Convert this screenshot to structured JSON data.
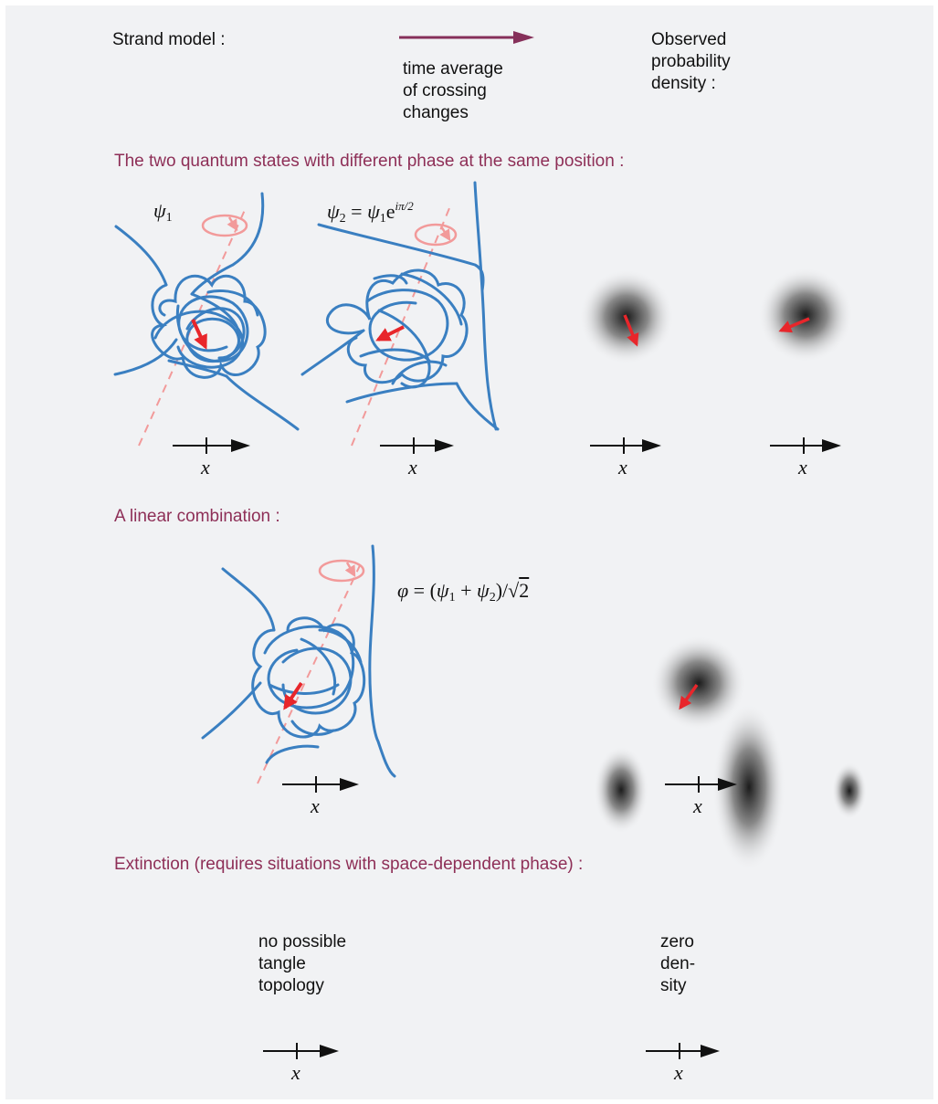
{
  "header": {
    "strand_model_label": "Strand model :",
    "arrow_caption": "time average\nof crossing\nchanges",
    "observed_label": "Observed\nprobability\ndensity :"
  },
  "sections": [
    {
      "title": "The two quantum states with different phase at the same position :"
    },
    {
      "title": "A linear combination :"
    },
    {
      "title": "Extinction (requires situations with space-dependent phase) :"
    }
  ],
  "formulas": {
    "psi1": {
      "sym": "ψ",
      "sub": "1"
    },
    "psi2": {
      "sym": "ψ",
      "sub": "2",
      "eq": "=",
      "rhs_sym": "ψ",
      "rhs_sub": "1",
      "e": "e",
      "exp": "iπ/2"
    },
    "phi": {
      "sym": "φ",
      "eq": "=",
      "open": "(",
      "a": "ψ",
      "a_sub": "1",
      "plus": "+",
      "b": "ψ",
      "b_sub": "2",
      "close": ")/",
      "root": "√",
      "two": "2"
    }
  },
  "axis_label": "x",
  "extinction": {
    "no_tangle": "no possible\ntangle\ntopology",
    "zero_density": "zero\nden-\nsity"
  },
  "colors": {
    "strand": "#3a7fc1",
    "phase_arrow": "#e8262b",
    "rotation": "#f29a9a",
    "heading": "#8e2f57",
    "legend_arrow": "#86305a",
    "background": "#f1f2f4"
  }
}
